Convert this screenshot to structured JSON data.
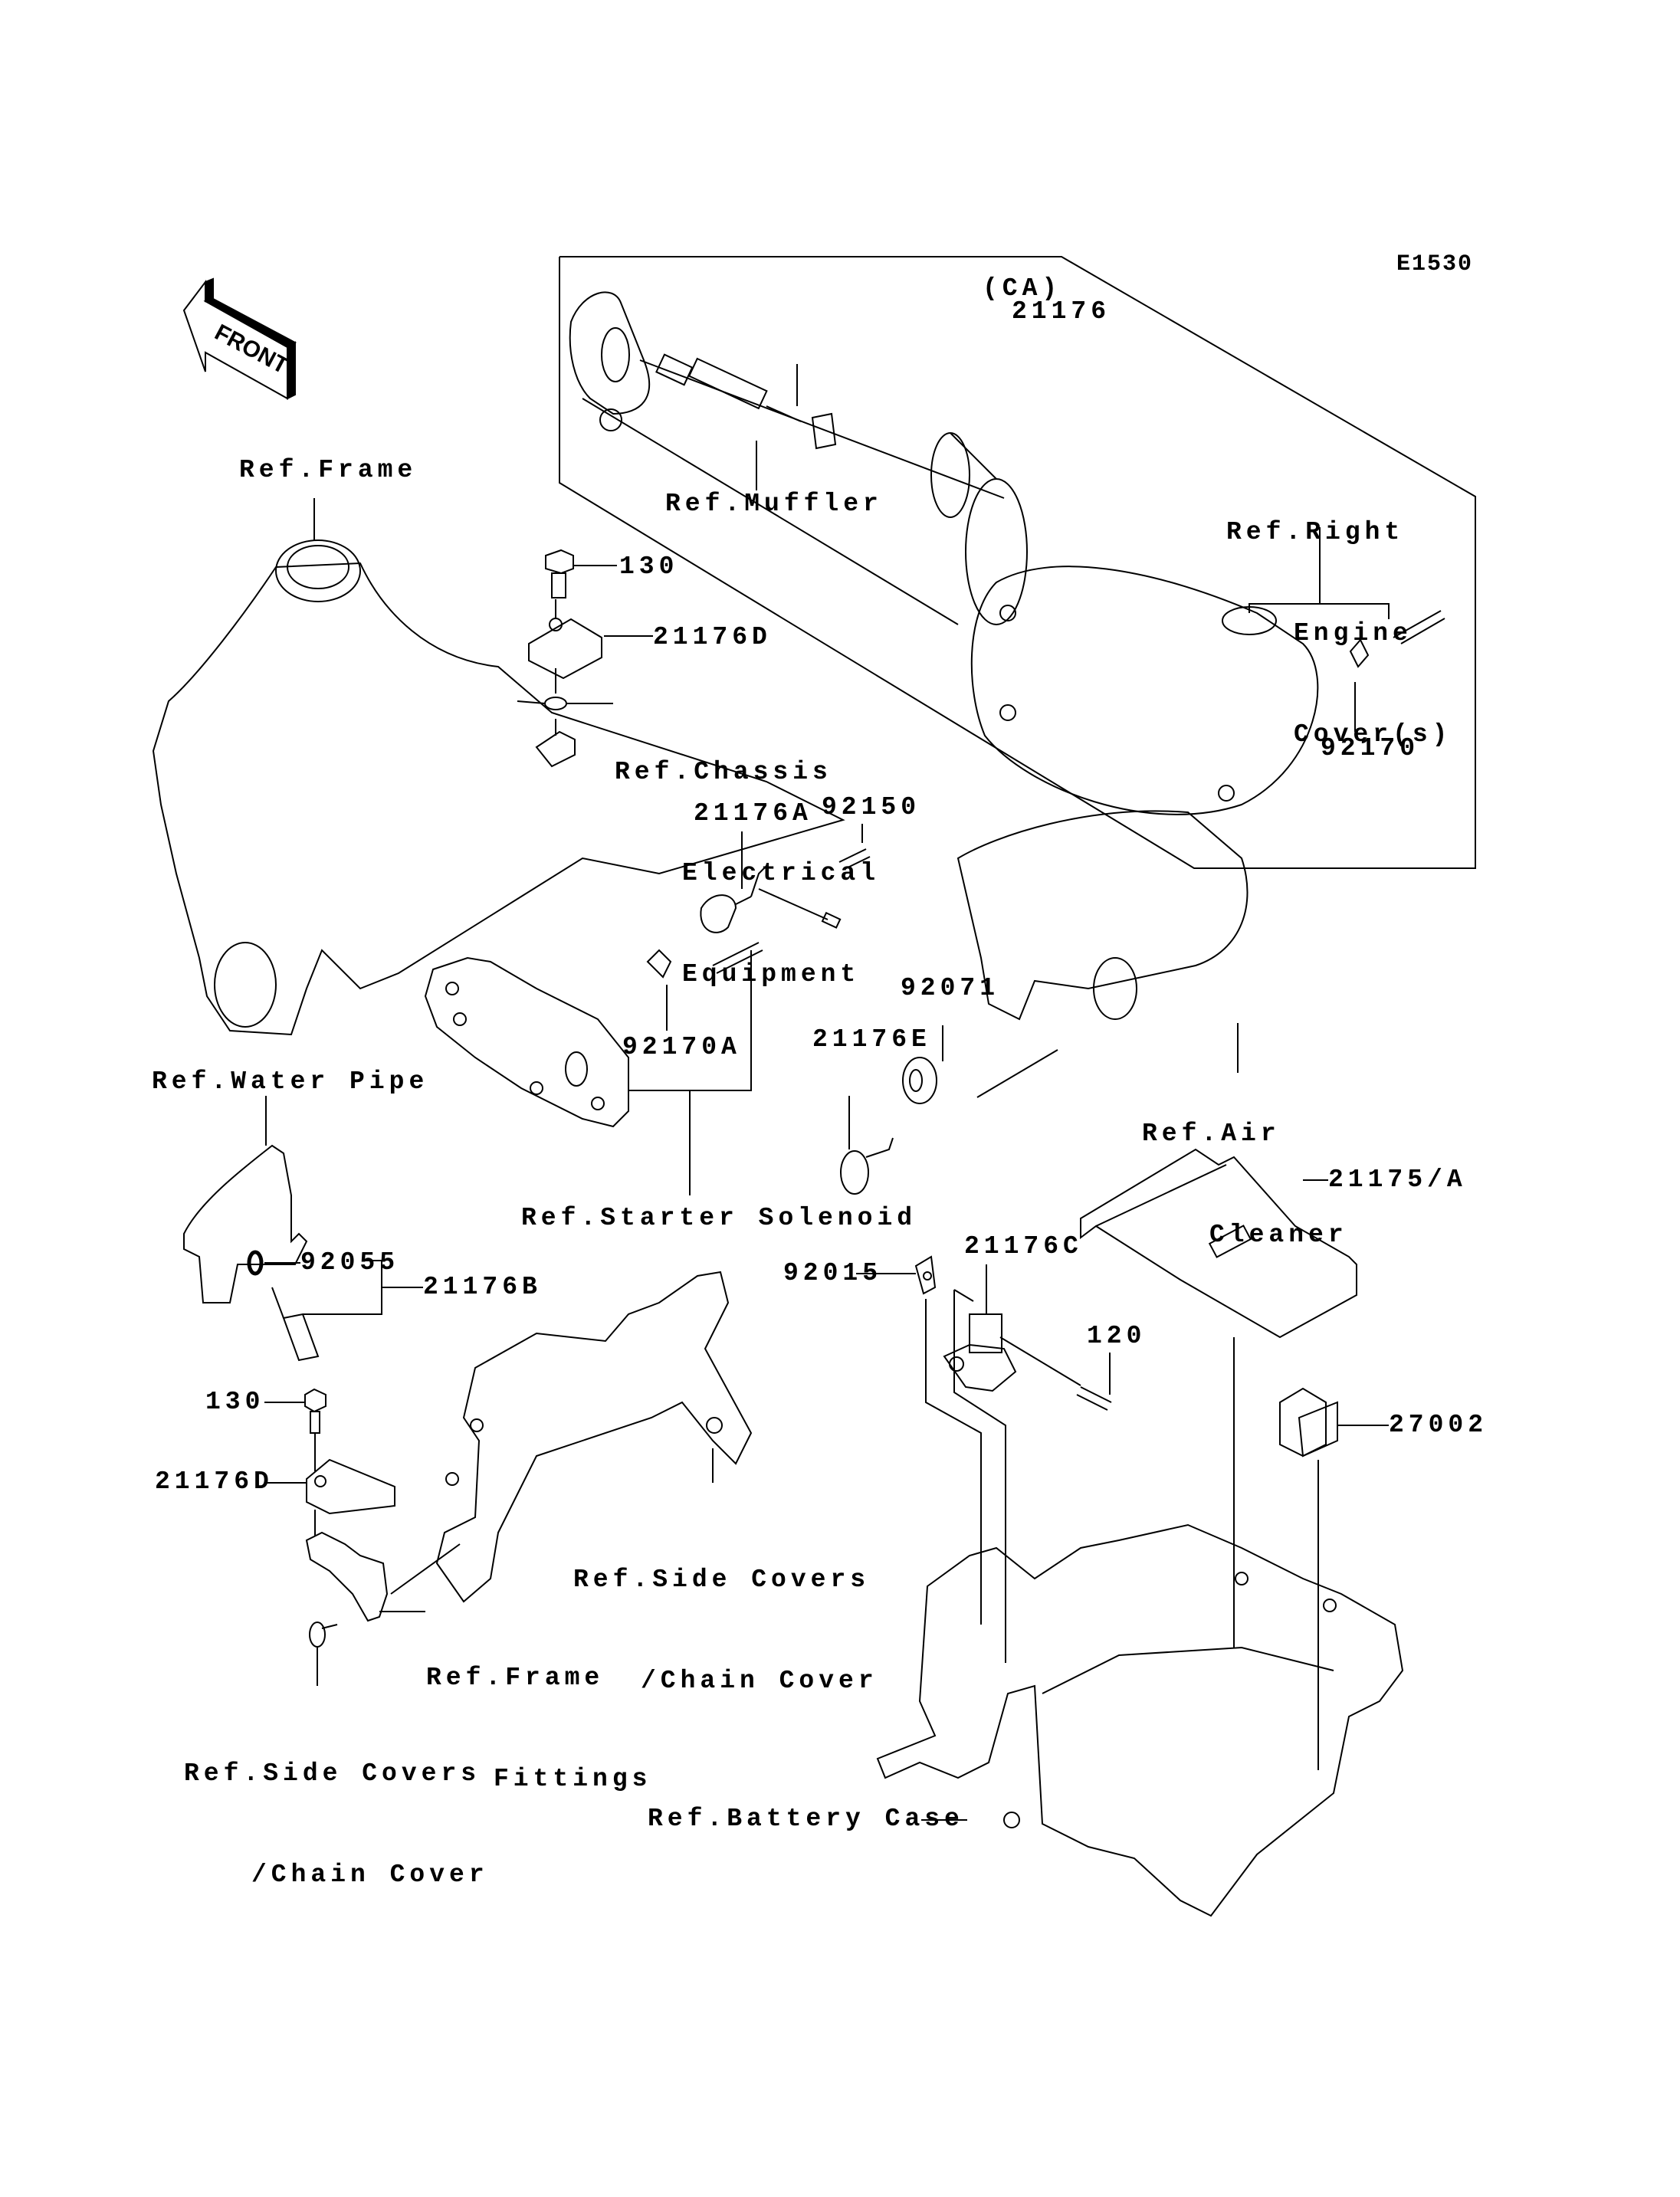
{
  "diagram": {
    "code": "E1530",
    "region_label": "(CA)",
    "front_arrow": "FRONT",
    "part_numbers": {
      "p21176": "21176",
      "p21176D_top": "21176D",
      "p130_top": "130",
      "p21176A": "21176A",
      "p92150": "92150",
      "p92170": "92170",
      "p92170A": "92170A",
      "p92071": "92071",
      "p21176E": "21176E",
      "p21175A": "21175/A",
      "p92055": "92055",
      "p21176B": "21176B",
      "p92015": "92015",
      "p21176C": "21176C",
      "p120": "120",
      "p27002": "27002",
      "p130_bottom": "130",
      "p21176D_bottom": "21176D"
    },
    "references": {
      "frame": "Ref.Frame",
      "muffler": "Ref.Muffler",
      "right_engine_cover": [
        "Ref.Right",
        "Engine",
        "Cover(s)"
      ],
      "chassis_electrical": [
        "Ref.Chassis",
        "Electrical",
        "Equipment"
      ],
      "water_pipe": "Ref.Water Pipe",
      "starter_solenoid": "Ref.Starter Solenoid",
      "air_cleaner": [
        "Ref.Air",
        "Cleaner"
      ],
      "side_covers_right": [
        "Ref.Side Covers",
        "/Chain Cover"
      ],
      "frame_fittings": [
        "Ref.Frame",
        "Fittings"
      ],
      "side_covers_left": [
        "Ref.Side Covers",
        "/Chain Cover"
      ],
      "battery_case": "Ref.Battery Case"
    }
  }
}
